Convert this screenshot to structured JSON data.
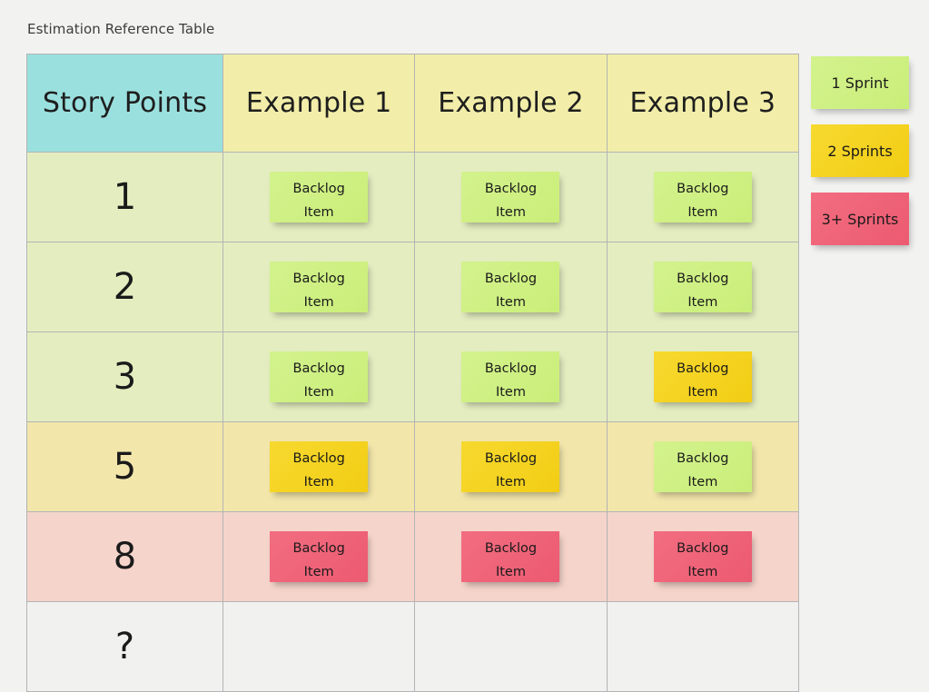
{
  "board": {
    "title": "Estimation Reference Table",
    "background_color": "#f2f2f1"
  },
  "table": {
    "headers": [
      {
        "label": "Story Points",
        "color": "#9ae0de"
      },
      {
        "label": "Example 1",
        "color": "#f2eea9"
      },
      {
        "label": "Example 2",
        "color": "#f2eea9"
      },
      {
        "label": "Example 3",
        "color": "#f2eea9"
      }
    ],
    "note_label_line1": "Backlog",
    "note_label_line2": "Item",
    "rows": [
      {
        "points": "1",
        "row_background": "#e4edc0",
        "cells": [
          {
            "has_note": true,
            "note_color": "green"
          },
          {
            "has_note": true,
            "note_color": "green"
          },
          {
            "has_note": true,
            "note_color": "green"
          }
        ]
      },
      {
        "points": "2",
        "row_background": "#e4edc0",
        "cells": [
          {
            "has_note": true,
            "note_color": "green"
          },
          {
            "has_note": true,
            "note_color": "green"
          },
          {
            "has_note": true,
            "note_color": "green"
          }
        ]
      },
      {
        "points": "3",
        "row_background": "#e4edc0",
        "cells": [
          {
            "has_note": true,
            "note_color": "green"
          },
          {
            "has_note": true,
            "note_color": "green"
          },
          {
            "has_note": true,
            "note_color": "yellow"
          }
        ]
      },
      {
        "points": "5",
        "row_background": "#f2e6ab",
        "cells": [
          {
            "has_note": true,
            "note_color": "yellow"
          },
          {
            "has_note": true,
            "note_color": "yellow"
          },
          {
            "has_note": true,
            "note_color": "green"
          }
        ]
      },
      {
        "points": "8",
        "row_background": "#f5d4cb",
        "cells": [
          {
            "has_note": true,
            "note_color": "red"
          },
          {
            "has_note": true,
            "note_color": "red"
          },
          {
            "has_note": true,
            "note_color": "red"
          }
        ]
      },
      {
        "points": "?",
        "row_background": "#f1f1f0",
        "cells": [
          {
            "has_note": false,
            "note_color": null
          },
          {
            "has_note": false,
            "note_color": null
          },
          {
            "has_note": false,
            "note_color": null
          }
        ]
      }
    ]
  },
  "legend": {
    "items": [
      {
        "label": "1 Sprint",
        "color": "green",
        "hex": "#cdf080"
      },
      {
        "label": "2 Sprints",
        "color": "yellow",
        "hex": "#f5d221"
      },
      {
        "label": "3+ Sprints",
        "color": "red",
        "hex": "#ef6278"
      }
    ]
  }
}
